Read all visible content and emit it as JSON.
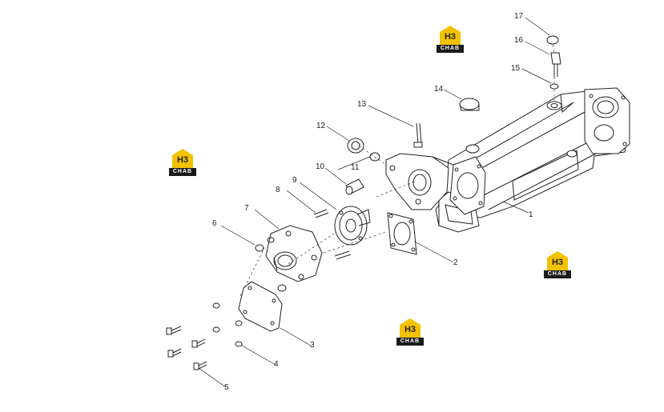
{
  "callouts": [
    {
      "id": "1",
      "label": "1"
    },
    {
      "id": "2",
      "label": "2"
    },
    {
      "id": "3",
      "label": "3"
    },
    {
      "id": "4",
      "label": "4"
    },
    {
      "id": "5",
      "label": "5"
    },
    {
      "id": "6",
      "label": "6"
    },
    {
      "id": "7",
      "label": "7"
    },
    {
      "id": "8",
      "label": "8"
    },
    {
      "id": "9",
      "label": "9"
    },
    {
      "id": "10",
      "label": "10"
    },
    {
      "id": "11",
      "label": "11"
    },
    {
      "id": "12",
      "label": "12"
    },
    {
      "id": "13",
      "label": "13"
    },
    {
      "id": "14",
      "label": "14"
    },
    {
      "id": "15",
      "label": "15"
    },
    {
      "id": "16",
      "label": "16"
    },
    {
      "id": "17",
      "label": "17"
    }
  ],
  "watermark": {
    "mark": "H3",
    "brand": "CHAB",
    "accent": "#f2c200"
  }
}
